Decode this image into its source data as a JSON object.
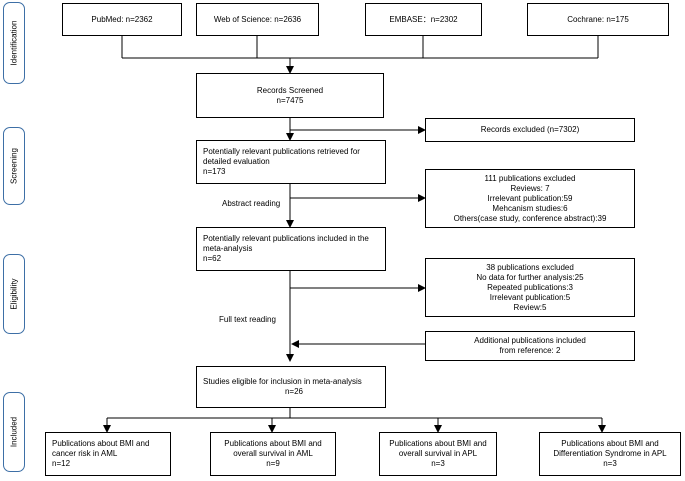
{
  "phases": {
    "identification": "Identification",
    "screening": "Screening",
    "eligibility": "Eligibility",
    "included": "Included"
  },
  "sources": {
    "pubmed": "PubMed: n=2362",
    "wos": "Web of Science: n=2636",
    "embase": "EMBASE：n=2302",
    "cochrane": "Cochrane: n=175"
  },
  "records_screened": {
    "line1": "Records Screened",
    "line2": "n=7475"
  },
  "records_excluded": "Records excluded (n=7302)",
  "retrieved": {
    "line1": "Potentially relevant publications retrieved for",
    "line2": "detailed evaluation",
    "line3": "n=173"
  },
  "abstract_reading": "Abstract reading",
  "excluded_111": {
    "line1": "111 publications excluded",
    "line2": "Reviews: 7",
    "line3": "Irrelevant publication:59",
    "line4": "Mehcanism studies:6",
    "line5": "Others(case study, conference abstract):39"
  },
  "included_meta": {
    "line1": "Potentially relevant publications included in the",
    "line2": "meta-analysis",
    "line3": "n=62"
  },
  "excluded_38": {
    "line1": "38 publications excluded",
    "line2": "No data for further analysis:25",
    "line3": "Repeated publications:3",
    "line4": "Irrelevant publication:5",
    "line5": "Review:5"
  },
  "full_text_reading": "Full text reading",
  "additional": {
    "line1": "Additional publications included",
    "line2": "from reference: 2"
  },
  "eligible": {
    "line1": "Studies eligible for inclusion in meta-analysis",
    "line2": "n=26"
  },
  "outcomes": [
    {
      "line1": "Publications about BMI and",
      "line2": "cancer risk in AML",
      "line3": "n=12"
    },
    {
      "line1": "Publications about BMI and",
      "line2": "overall survival in AML",
      "line3": "n=9"
    },
    {
      "line1": "Publications about BMI and",
      "line2": "overall survival in APL",
      "line3": "n=3"
    },
    {
      "line1": "Publications about BMI and",
      "line2": "Differentiation Syndrome in APL",
      "line3": "n=3"
    }
  ],
  "colors": {
    "phase_border": "#3d6fa6",
    "line": "#000000"
  }
}
